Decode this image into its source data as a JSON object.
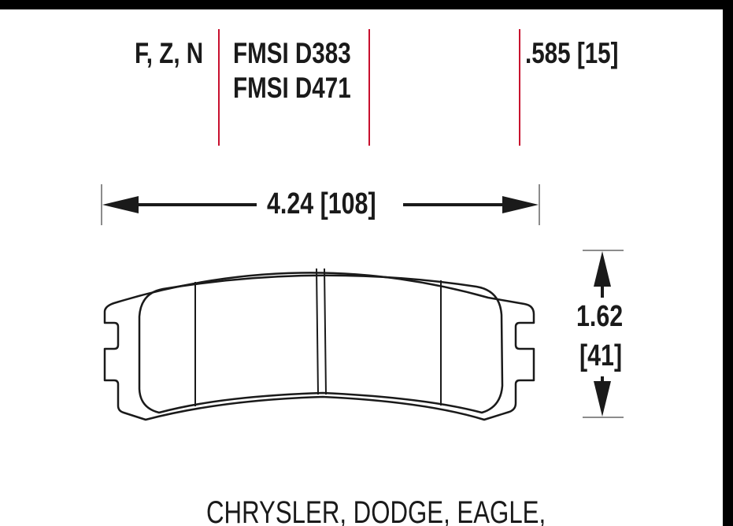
{
  "header": {
    "compounds": "F, Z, N",
    "fmsi": [
      "FMSI D383",
      "FMSI D471"
    ],
    "thickness": ".585 [15]"
  },
  "dimensions": {
    "width": "4.24 [108]",
    "height_in": "1.62",
    "height_mm": "[41]"
  },
  "application": {
    "makes": "CHRYSLER, DODGE, EAGLE,"
  },
  "colors": {
    "divider": "#c8102e",
    "outline": "#1a1a1a",
    "frame": "#000000"
  }
}
